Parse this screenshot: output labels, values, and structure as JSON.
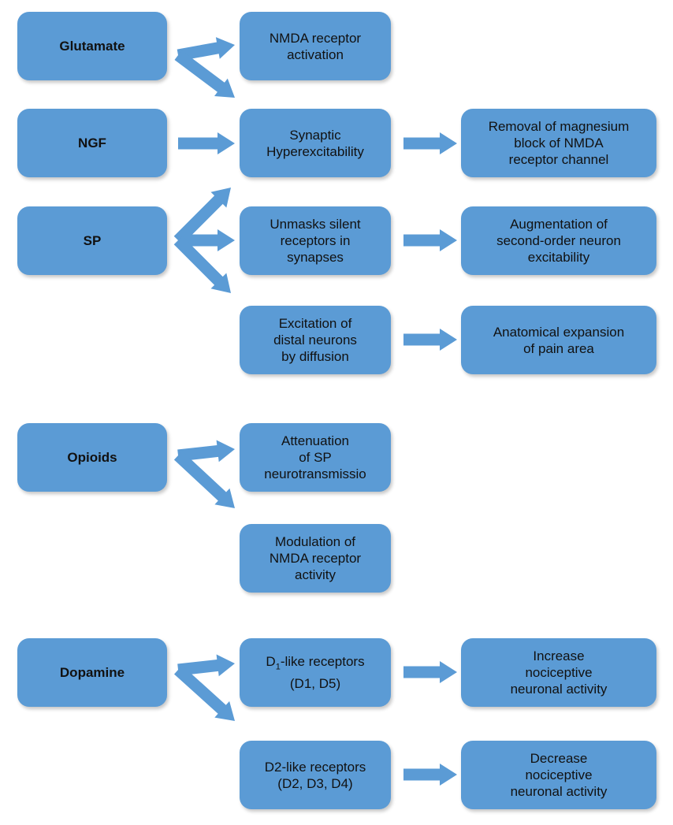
{
  "colors": {
    "box": "#5b9bd5",
    "arrow": "#5b9bd5",
    "text": "#111111"
  },
  "sources": {
    "glutamate": "Glutamate",
    "ngf": "NGF",
    "sp": "SP",
    "opioids": "Opioids",
    "dopamine": "Dopamine"
  },
  "effects": {
    "nmda_activation": [
      "NMDA receptor",
      "activation"
    ],
    "synaptic_hyper": [
      "Synaptic",
      "Hyperexcitability"
    ],
    "unmasks_silent": [
      "Unmasks silent",
      "receptors in",
      "synapses"
    ],
    "excitation_distal": [
      "Excitation of",
      "distal neurons",
      "by diffusion"
    ],
    "attenuation_sp": [
      "Attenuation",
      "of SP",
      "neurotransmissio"
    ],
    "modulation_nmda": [
      "Modulation of",
      "NMDA receptor",
      "activity"
    ],
    "d1": {
      "line1_prefix": "D",
      "line1_sub": "1",
      "line1_suffix": "-like receptors",
      "line2": "(D1, D5)"
    },
    "d2": {
      "line1": "D2-like receptors",
      "line2": "(D2, D3, D4)"
    }
  },
  "outcomes": {
    "removal_mg": [
      "Removal of magnesium",
      "block of NMDA",
      "receptor channel"
    ],
    "augmentation": [
      "Augmentation of",
      "second-order neuron",
      "excitability"
    ],
    "anatomical": [
      "Anatomical expansion",
      "of pain area"
    ],
    "increase": [
      "Increase",
      "nociceptive",
      "neuronal activity"
    ],
    "decrease": [
      "Decrease",
      "nociceptive",
      "neuronal activity"
    ]
  }
}
